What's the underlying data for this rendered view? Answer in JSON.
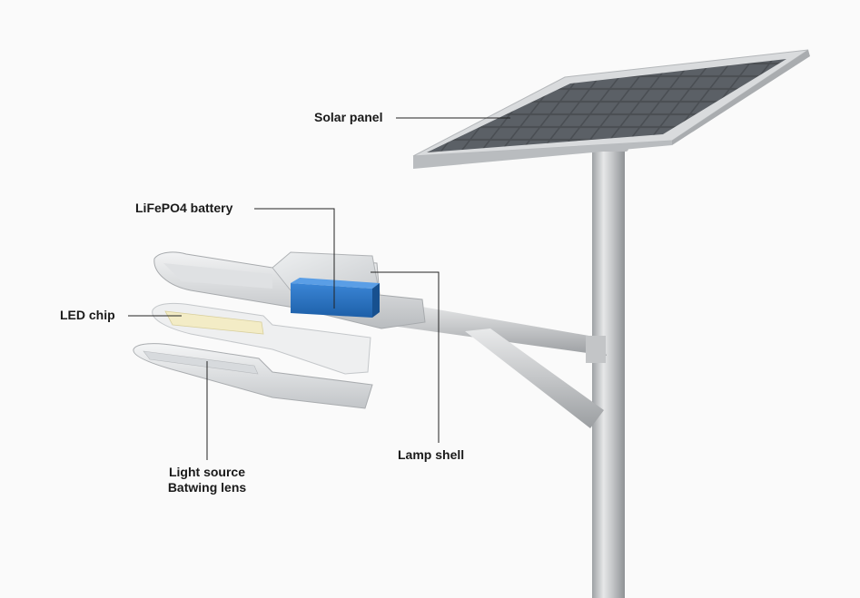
{
  "labels": {
    "solar_panel": "Solar panel",
    "battery": "LiFePO4 battery",
    "led_chip": "LED chip",
    "lamp_shell": "Lamp shell",
    "light_source_line1": "Light source",
    "light_source_line2": "Batwing lens"
  },
  "colors": {
    "background": "#fafafa",
    "pole": "#c9cbcd",
    "panel_frame": "#d6d8da",
    "panel_cells": "#4a4e53",
    "battery": "#2a74c4",
    "led": "#f3ecc6",
    "leader_line": "#222222"
  }
}
